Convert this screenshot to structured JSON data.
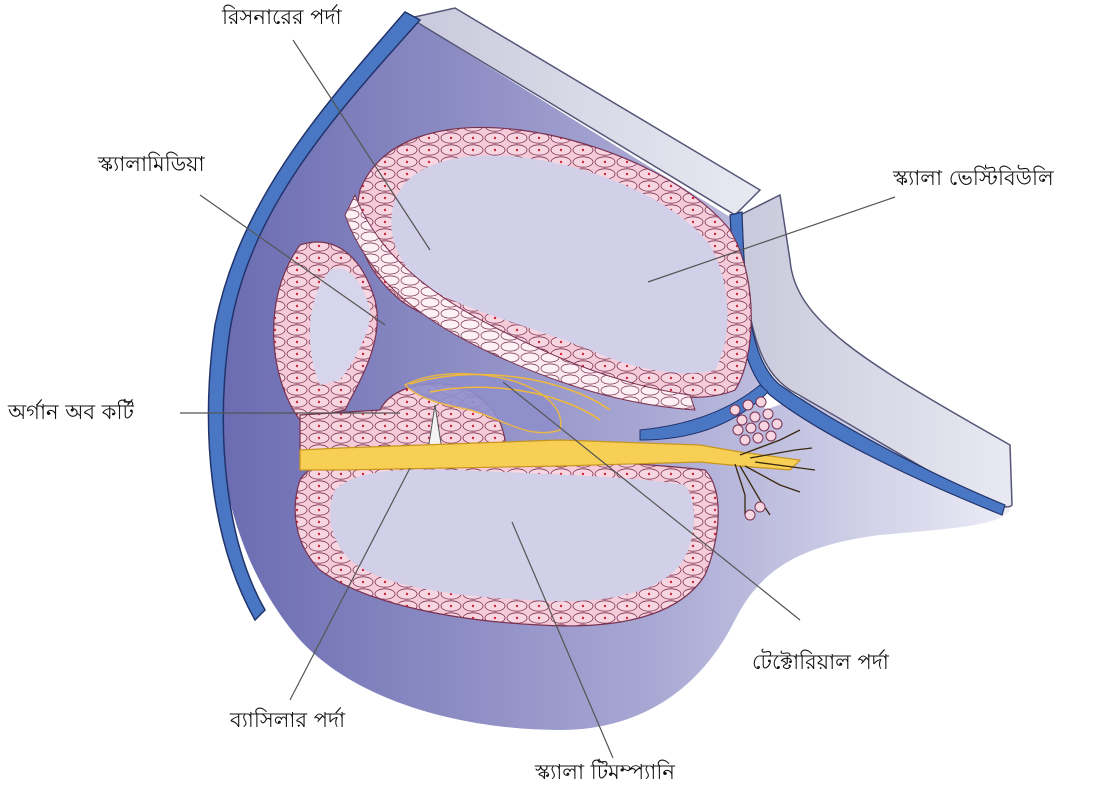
{
  "colors": {
    "bone_outer": "#4a77c4",
    "background_tissue_dark": "#6d6fb3",
    "background_tissue_light": "#e4e3f2",
    "cell_fill": "#f3c3d4",
    "cell_stroke": "#7a3150",
    "cell_nucleus": "#d6233a",
    "nerve_fiber": "#f7cf55",
    "shelf_light": "#d8d8e6",
    "leader_line": "#555555"
  },
  "labels": {
    "reissner": "রিসনারের পর্দা",
    "scala_media": "স্ক্যালামিডিয়া",
    "scala_vestibuli": "স্ক্যালা ভেস্টিবিউলি",
    "organ_of_corti": "অর্গান অব কর্টি",
    "tectorial": "টেক্টোরিয়াল পর্দা",
    "basilar": "ব্যাসিলার পর্দা",
    "scala_tympani": "স্ক্যালা টিমম্প্যানি"
  }
}
